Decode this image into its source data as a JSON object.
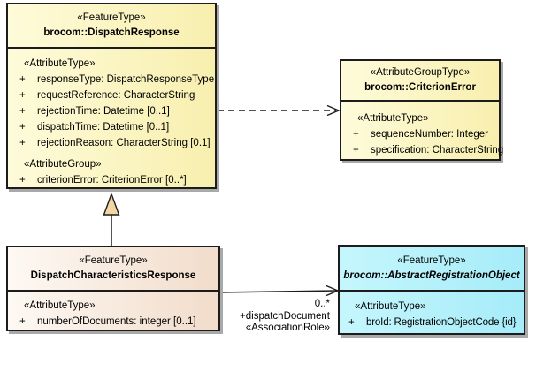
{
  "colors": {
    "yellow_fill_start": "#FEFBDA",
    "yellow_fill_end": "#F8EFAE",
    "pink_fill_start": "#FDF9F3",
    "pink_fill_end": "#F2DCCB",
    "cyan_fill_start": "#C5F6FD",
    "cyan_fill_end": "#A6ECF9",
    "generalization_triangle_fill": "#F3D6A4",
    "border": "#1C1C1C",
    "shadow": "#A9A9A9",
    "background": "#FFFFFF"
  },
  "classes": {
    "dispatch_response": {
      "stereotype": "«FeatureType»",
      "name": "brocom::DispatchResponse",
      "attr_heading": "«AttributeType»",
      "attributes": [
        {
          "vis": "+",
          "text": "responseType: DispatchResponseType"
        },
        {
          "vis": "+",
          "text": "requestReference: CharacterString"
        },
        {
          "vis": "+",
          "text": "rejectionTime: Datetime [0..1]"
        },
        {
          "vis": "+",
          "text": "dispatchTime: Datetime [0..1]"
        },
        {
          "vis": "+",
          "text": "rejectionReason: CharacterString [0.1]"
        }
      ],
      "group_heading": "«AttributeGroup»",
      "group_attributes": [
        {
          "vis": "+",
          "text": "criterionError: CriterionError [0..*]"
        }
      ]
    },
    "criterion_error": {
      "stereotype": "«AttributeGroupType»",
      "name": "brocom::CriterionError",
      "attr_heading": "«AttributeType»",
      "attributes": [
        {
          "vis": "+",
          "text": "sequenceNumber: Integer"
        },
        {
          "vis": "+",
          "text": "specification: CharacterString"
        }
      ]
    },
    "dispatch_characteristics_response": {
      "stereotype": "«FeatureType»",
      "name": "DispatchCharacteristicsResponse",
      "attr_heading": "«AttributeType»",
      "attributes": [
        {
          "vis": "+",
          "text": "numberOfDocuments: integer [0..1]"
        }
      ]
    },
    "abstract_registration_object": {
      "stereotype": "«FeatureType»",
      "name": "brocom::AbstractRegistrationObject",
      "attr_heading": "«AttributeType»",
      "attributes": [
        {
          "vis": "+",
          "text": "broId: RegistrationObjectCode {id}"
        }
      ]
    }
  },
  "relationships": {
    "association": {
      "multiplicity": "0..*",
      "role": "+dispatchDocument",
      "stereotype": "«AssociationRole»"
    }
  }
}
